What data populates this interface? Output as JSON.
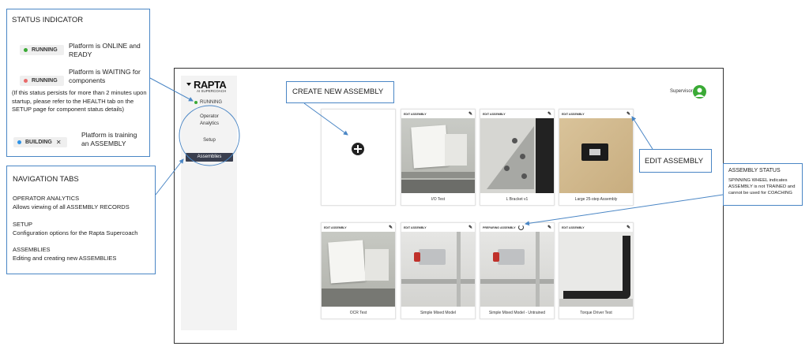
{
  "status_box": {
    "title": "STATUS INDICATOR",
    "items": [
      {
        "badge": "RUNNING",
        "dot_color": "#3aaa35",
        "text": "Platform is ONLINE and READY"
      },
      {
        "badge": "RUNNING",
        "dot_color": "#e96a6a",
        "text": "Platform is WAITING for components"
      },
      {
        "badge": "BUILDING",
        "dot_color": "#2e93e6",
        "text": "Platform is training an ASSEMBLY"
      }
    ],
    "note": "(If this status persists for more than 2 minutes upon startup, please refer to the HEALTH tab on the SETUP page for component status details)",
    "close_glyph": "✕"
  },
  "nav_box": {
    "title": "NAVIGATION TABS",
    "sections": [
      {
        "heading": "OPERATOR ANALYTICS",
        "desc": "Allows viewing of all ASSEMBLY RECORDS"
      },
      {
        "heading": "SETUP",
        "desc": "Configuration options for the Rapta Supercoach"
      },
      {
        "heading": "ASSEMBLIES",
        "desc": "Editing and creating new ASSEMBLIES"
      }
    ]
  },
  "callouts": {
    "create": "CREATE NEW ASSEMBLY",
    "edit": "EDIT ASSEMBLY",
    "status_title": "ASSEMBLY STATUS",
    "status_text": "SPINNING WHEEL indicates ASSEMBLY is not TRAINED and cannot be used for COACHING"
  },
  "app": {
    "logo": "RAPTA",
    "logo_sub": "AI SUPERCOACH",
    "status": "RUNNING",
    "status_color": "#3aaa35",
    "user": "Supervisor",
    "avatar_color": "#3aaa35",
    "nav": [
      {
        "label": "Operator Analytics",
        "active": false
      },
      {
        "label": "Setup",
        "active": false
      },
      {
        "label": "Assemblies",
        "active": true
      }
    ],
    "accent": "#3a3f4f",
    "cards": [
      {
        "header": "EDIT ASSEMBLY",
        "title": "I/O Test"
      },
      {
        "header": "EDIT ASSEMBLY",
        "title": "L Bracket v1"
      },
      {
        "header": "EDIT ASSEMBLY",
        "title": "Large 25-step Assembly"
      },
      {
        "header": "EDIT ASSEMBLY",
        "title": "OCR Test"
      },
      {
        "header": "EDIT ASSEMBLY",
        "title": "Simple Mixed Model"
      },
      {
        "header": "PREPARING ASSEMBLY",
        "title": "Simple Mixed Model - Untrained"
      },
      {
        "header": "EDIT ASSEMBLY",
        "title": "Torque Driver Test"
      }
    ]
  }
}
